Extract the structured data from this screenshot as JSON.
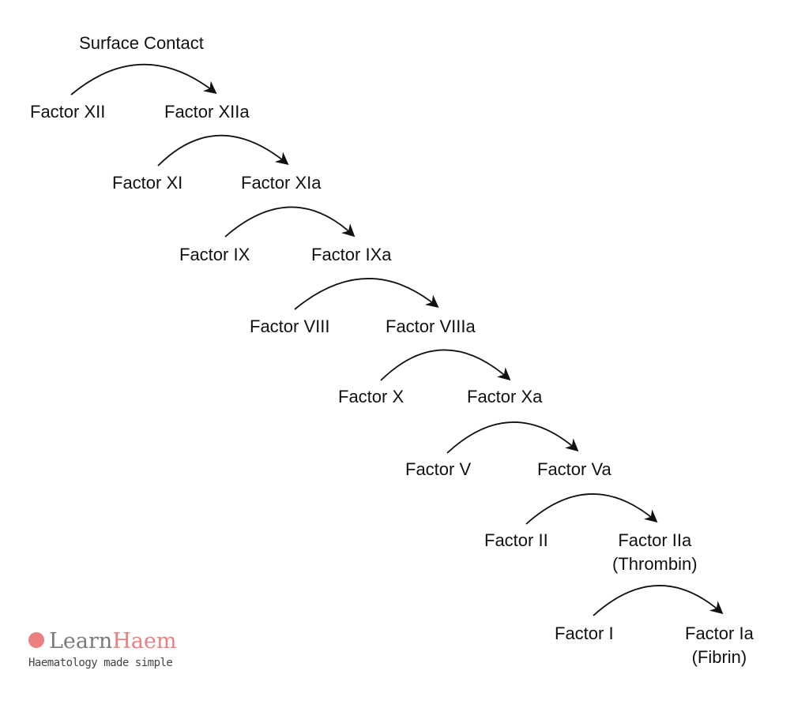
{
  "diagram": {
    "trigger_label": "Surface Contact",
    "steps": [
      {
        "from": "Factor XII",
        "to": "Factor XIIa"
      },
      {
        "from": "Factor XI",
        "to": "Factor XIa"
      },
      {
        "from": "Factor IX",
        "to": "Factor IXa"
      },
      {
        "from": "Factor VIII",
        "to": "Factor VIIIa"
      },
      {
        "from": "Factor X",
        "to": "Factor Xa"
      },
      {
        "from": "Factor V",
        "to": "Factor Va"
      },
      {
        "from": "Factor II",
        "to": "Factor IIa",
        "to_note": "(Thrombin)"
      },
      {
        "from": "Factor I",
        "to": "Factor Ia",
        "to_note": "(Fibrin)"
      }
    ]
  },
  "logo": {
    "name_part1": "Learn",
    "name_part2": "Haem",
    "tagline": "Haematology made simple",
    "accent_color": "#ec7f7f",
    "grey_color": "#7a7a7a"
  }
}
